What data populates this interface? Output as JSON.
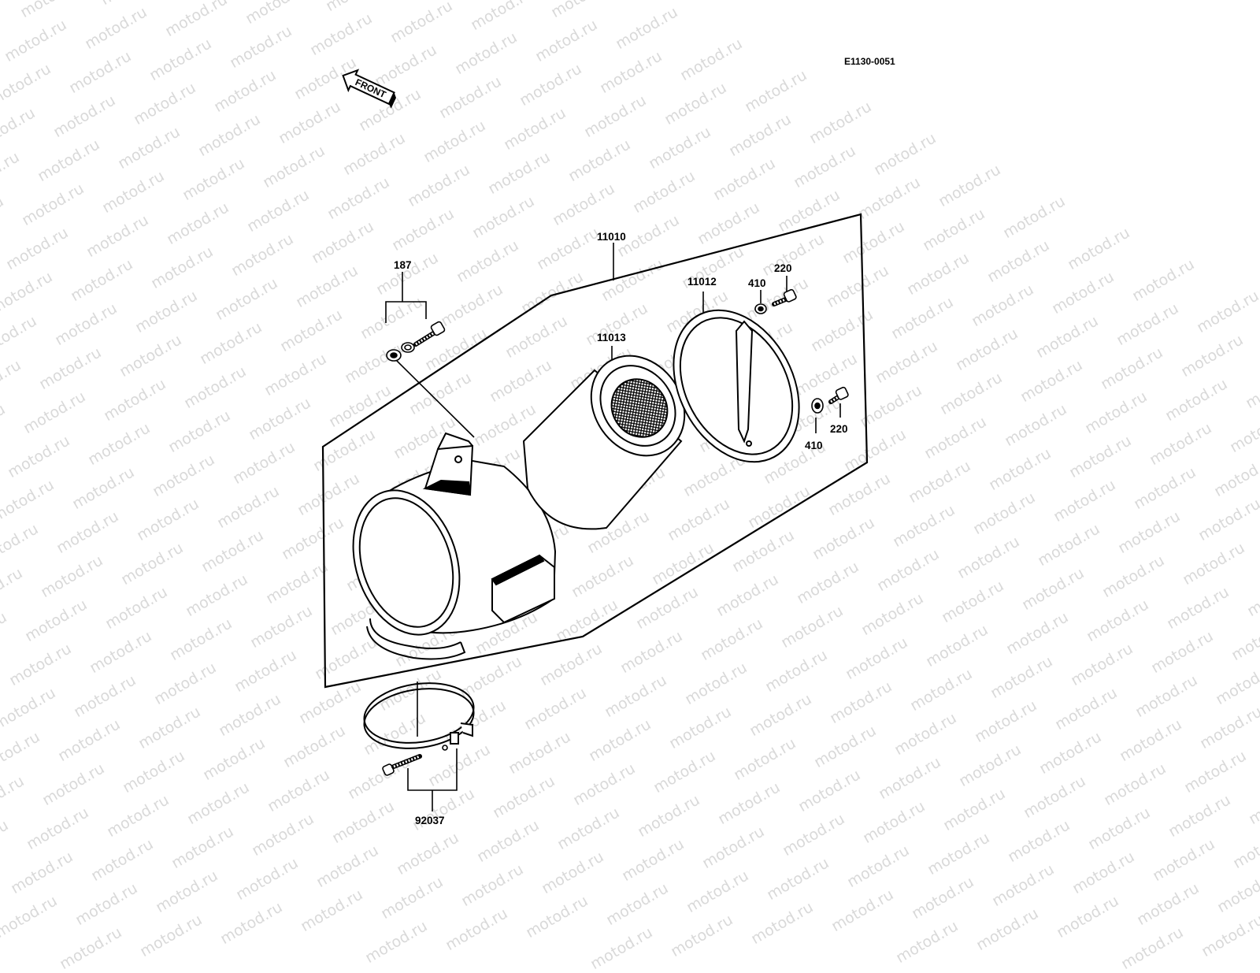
{
  "diagram": {
    "code": "E1130-0051",
    "front_label": "FRONT",
    "watermark": "motod.ru",
    "parts": [
      {
        "id": "housing",
        "number": "11010"
      },
      {
        "id": "cover",
        "number": "11012"
      },
      {
        "id": "element",
        "number": "11013"
      },
      {
        "id": "bolt-set-top",
        "number": "187"
      },
      {
        "id": "washer-a",
        "number": "410"
      },
      {
        "id": "bolt-a",
        "number": "220"
      },
      {
        "id": "washer-b",
        "number": "410"
      },
      {
        "id": "bolt-b",
        "number": "220"
      },
      {
        "id": "clamp",
        "number": "92037"
      }
    ]
  }
}
